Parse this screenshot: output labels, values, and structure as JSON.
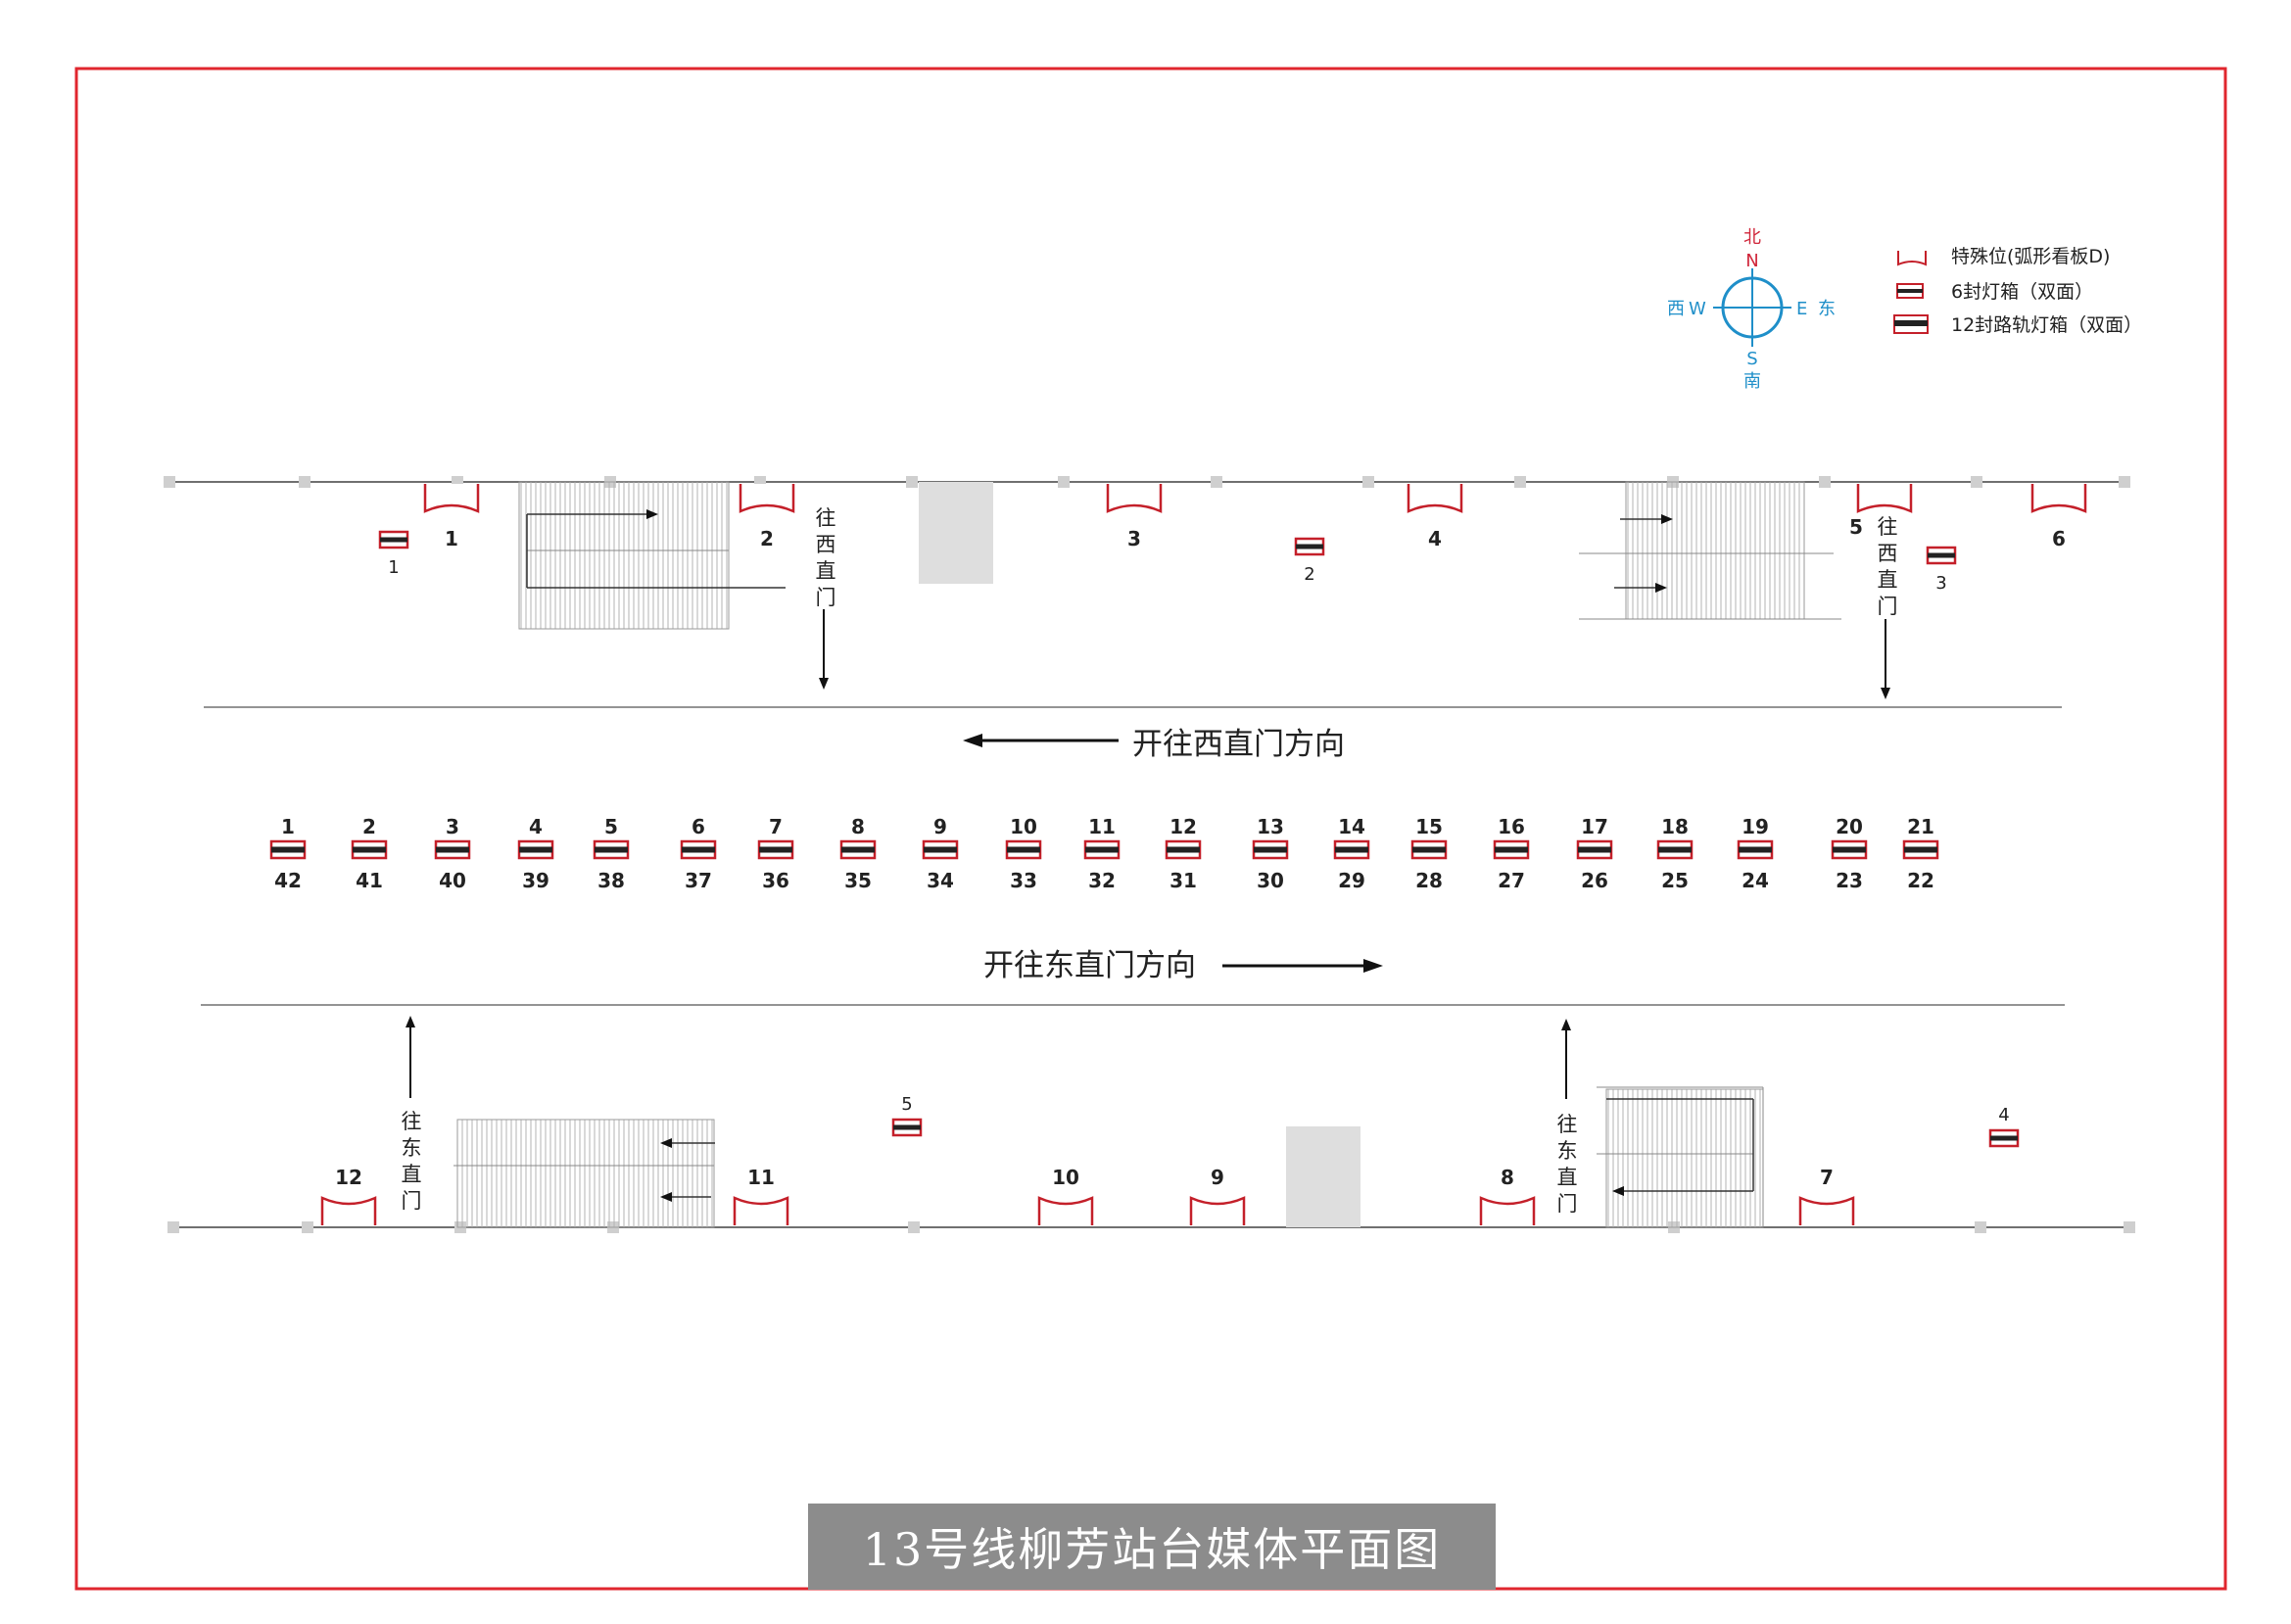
{
  "title": "13号线柳芳站台媒体平面图",
  "legend": {
    "items": [
      {
        "icon": "arc-billboard-icon",
        "label": "特殊位(弧形看板D)"
      },
      {
        "icon": "lightbox-6-icon",
        "label": "6封灯箱（双面）"
      },
      {
        "icon": "lightbox-12-icon",
        "label": "12封路轨灯箱（双面）"
      }
    ]
  },
  "compass": {
    "north": "北",
    "north_letter": "N",
    "south": "南",
    "south_letter": "S",
    "east": "东",
    "east_letter": "E",
    "west": "西",
    "west_letter": "W"
  },
  "directions": {
    "westbound": "开往西直门方向",
    "eastbound": "开往东直门方向",
    "to_xizhimen": "往西直门",
    "to_dongzhimen": "往东直门"
  },
  "arc_billboards": {
    "north": [
      "1",
      "2",
      "3",
      "4",
      "5",
      "6"
    ],
    "south": [
      "7",
      "8",
      "9",
      "10",
      "11",
      "12"
    ]
  },
  "lightboxes_6": [
    "1",
    "2",
    "3",
    "4",
    "5"
  ],
  "track_lightboxes": {
    "top": [
      "1",
      "2",
      "3",
      "4",
      "5",
      "6",
      "7",
      "8",
      "9",
      "10",
      "11",
      "12",
      "13",
      "14",
      "15",
      "16",
      "17",
      "18",
      "19",
      "20",
      "21"
    ],
    "bottom": [
      "42",
      "41",
      "40",
      "39",
      "38",
      "37",
      "36",
      "35",
      "34",
      "33",
      "32",
      "31",
      "30",
      "29",
      "28",
      "27",
      "26",
      "25",
      "24",
      "23",
      "22"
    ]
  },
  "colors": {
    "frame": "#e0262e",
    "media": "#c4202a",
    "compass_red": "#d0263a",
    "compass_blue": "#1f8fc9",
    "track_line": "#707070",
    "block_gray": "#dedede"
  }
}
